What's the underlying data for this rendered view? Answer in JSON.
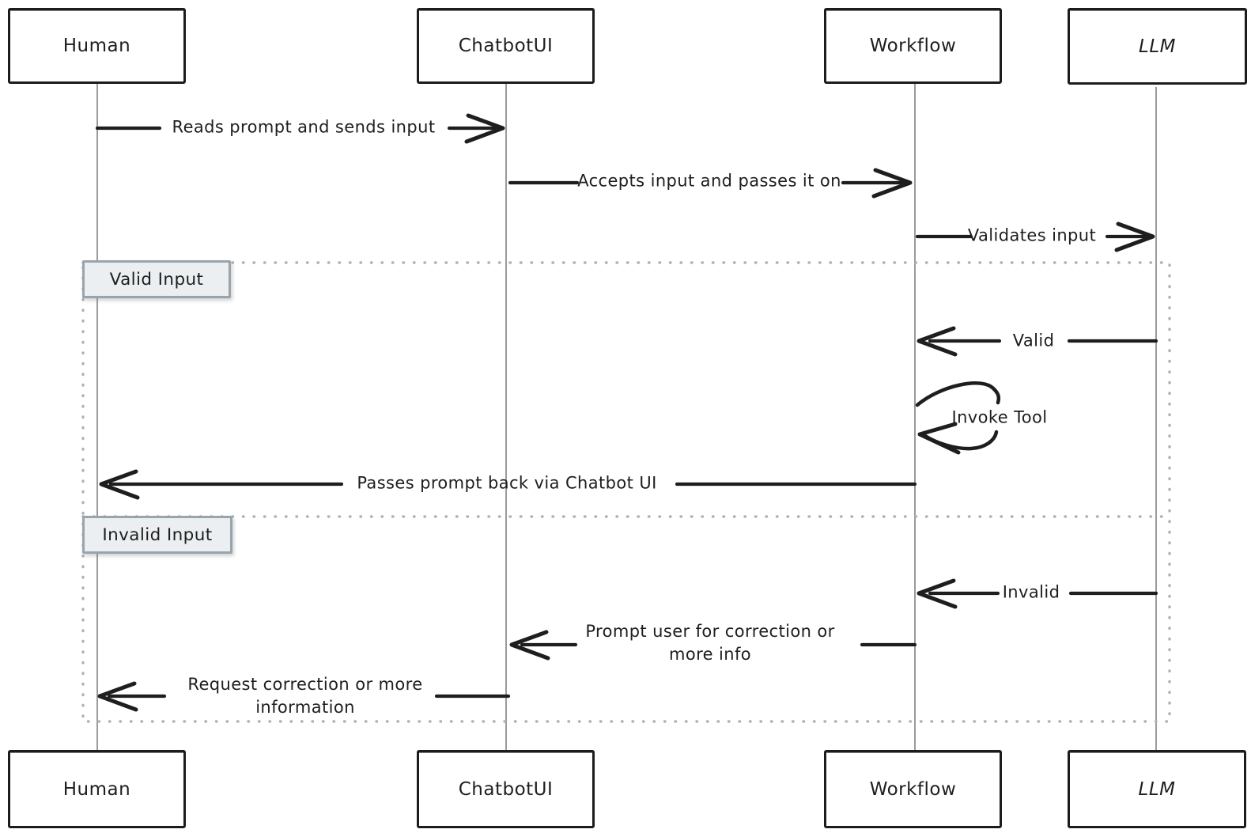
{
  "diagram": {
    "type": "sequence",
    "style": "hand-drawn",
    "actors": [
      {
        "id": "human",
        "label": "Human"
      },
      {
        "id": "chatbotui",
        "label": "ChatbotUI"
      },
      {
        "id": "workflow",
        "label": "Workflow"
      },
      {
        "id": "llm",
        "label": "LLM"
      }
    ],
    "messages": [
      {
        "from": "Human",
        "to": "ChatbotUI",
        "direction": "right",
        "label": "Reads prompt and sends input"
      },
      {
        "from": "ChatbotUI",
        "to": "Workflow",
        "direction": "right",
        "label": "Accepts input and passes it on"
      },
      {
        "from": "Workflow",
        "to": "LLM",
        "direction": "right",
        "label": "Validates input"
      },
      {
        "from": "LLM",
        "to": "Workflow",
        "direction": "left",
        "label": "Valid"
      },
      {
        "from": "Workflow",
        "to": "Workflow",
        "direction": "self",
        "label": "Invoke Tool"
      },
      {
        "from": "Workflow",
        "to": "Human",
        "direction": "left",
        "label": "Passes prompt back via Chatbot UI"
      },
      {
        "from": "LLM",
        "to": "Workflow",
        "direction": "left",
        "label": "Invalid"
      },
      {
        "from": "Workflow",
        "to": "ChatbotUI",
        "direction": "left",
        "label": "Prompt user for correction or more info"
      },
      {
        "from": "ChatbotUI",
        "to": "Human",
        "direction": "left",
        "label": "Request correction or more information"
      }
    ],
    "frames": [
      {
        "label": "Valid Input"
      },
      {
        "label": "Invalid Input"
      }
    ],
    "colors": {
      "ink": "#1e1e1e",
      "lifeline": "#9b9b9b",
      "frame_border": "#aab4b9",
      "frame_label_bg": "#eceff1",
      "frame_label_border": "#9aa5ab"
    }
  }
}
